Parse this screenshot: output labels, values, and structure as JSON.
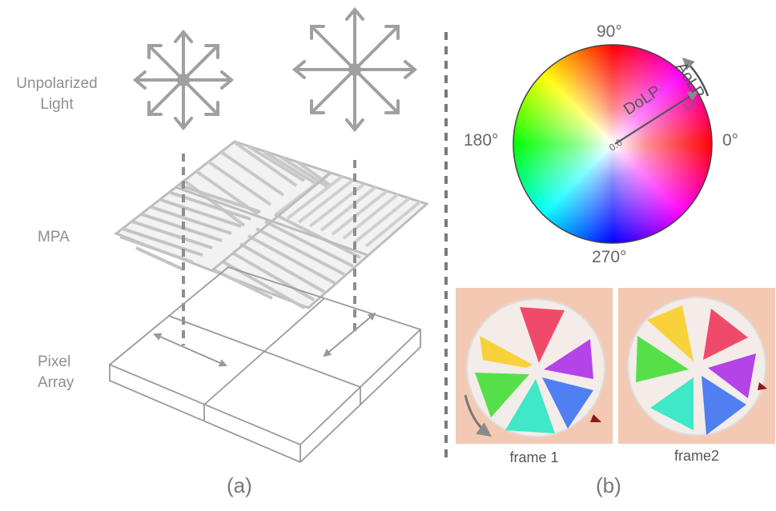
{
  "panel_a": {
    "label_light": [
      "Unpolarized",
      "Light"
    ],
    "label_mpa": "MPA",
    "label_pixel": [
      "Pixel",
      "Array"
    ],
    "caption": "(a)"
  },
  "panel_b": {
    "angle_90": "90°",
    "angle_0": "0°",
    "angle_180": "180°",
    "angle_270": "270°",
    "dolp_label": "DoLP",
    "aolp_label": "AoLP",
    "radius_min": "0.0",
    "radius_max": "1.0",
    "frame1_caption": "frame 1",
    "frame2_caption": "frame2",
    "caption": "(b)"
  },
  "colors": {
    "line_gray": "#9a9a9a",
    "photo_bg": "#f4c9b4",
    "arrow_red": "#8b1a1a",
    "wedge_colors": [
      "#f7d23a",
      "#f04a6a",
      "#b443e8",
      "#4f7ff0",
      "#3ee8c8",
      "#55e04a"
    ]
  }
}
